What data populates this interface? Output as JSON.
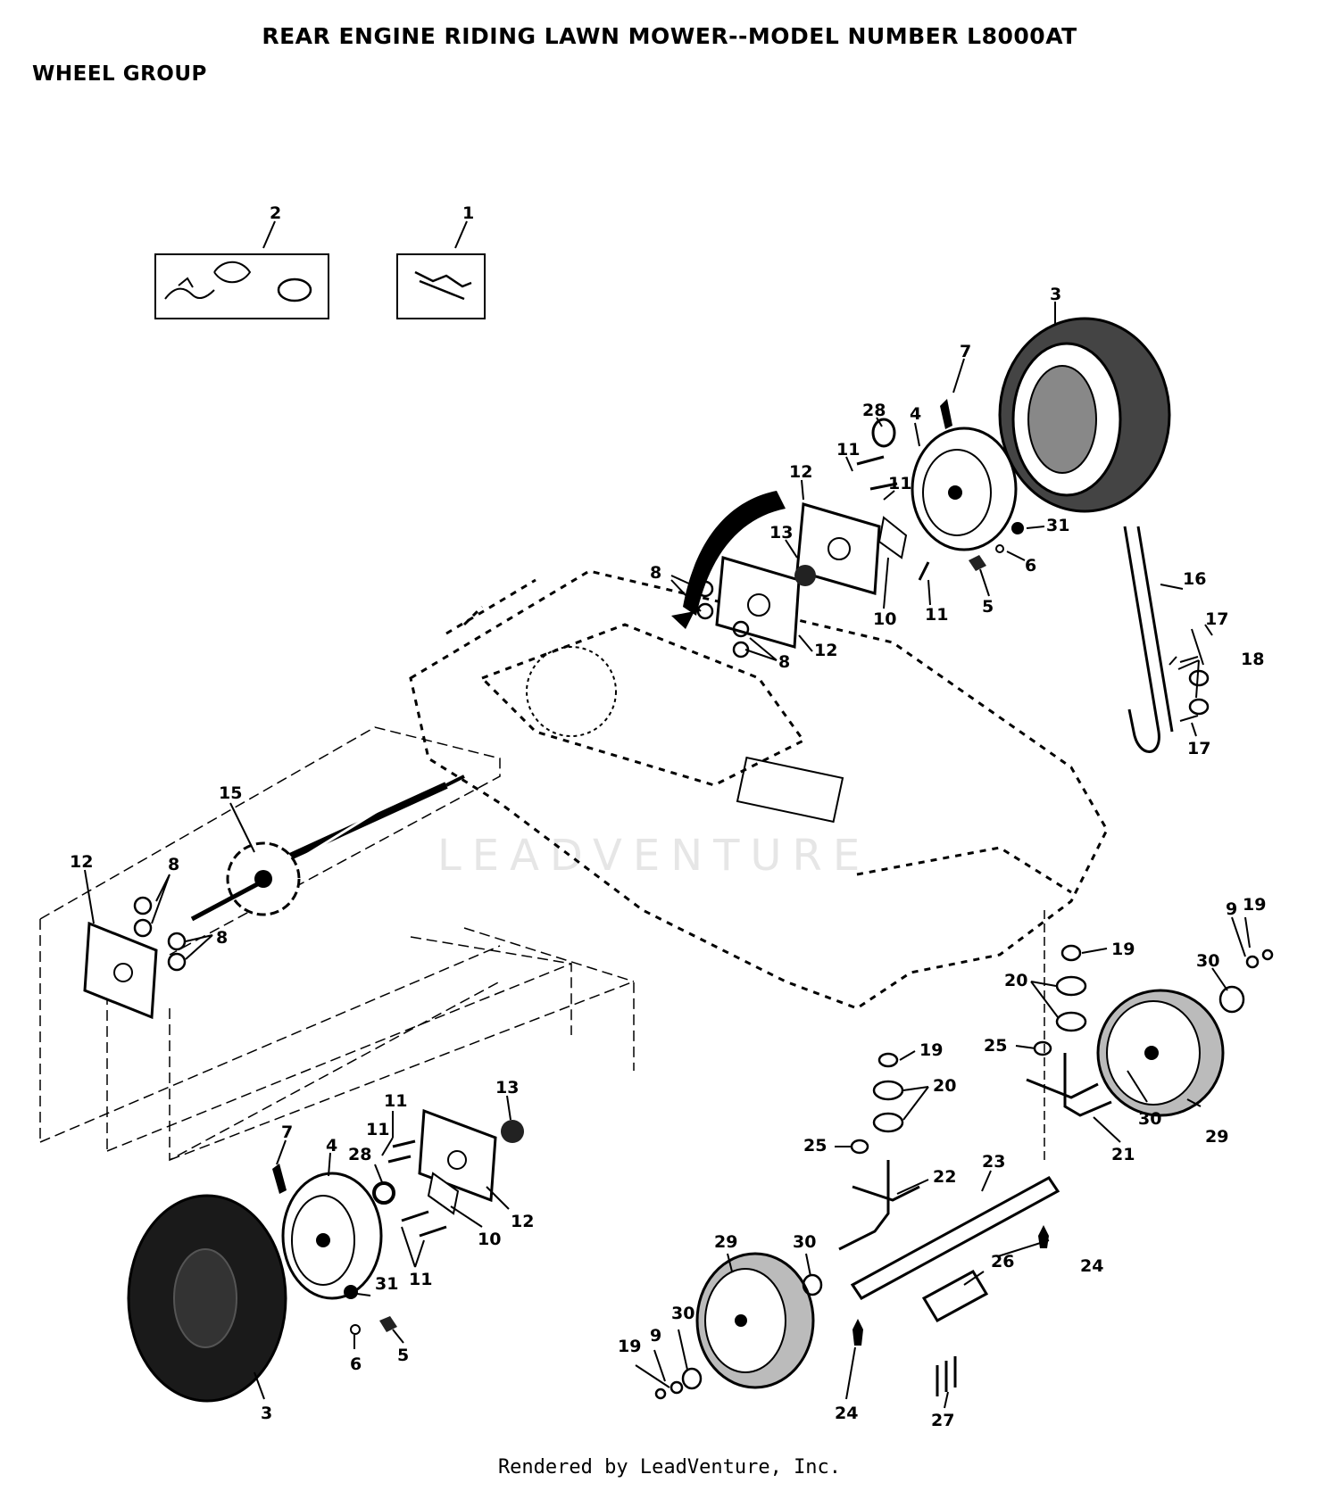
{
  "header": {
    "title": "REAR ENGINE RIDING LAWN MOWER--MODEL NUMBER  L8000AT",
    "section": "WHEEL GROUP"
  },
  "watermark": "LEADVENTURE",
  "footer": "Rendered by LeadVenture, Inc.",
  "callouts": [
    {
      "id": "c1",
      "text": "1"
    },
    {
      "id": "c2",
      "text": "2"
    },
    {
      "id": "c3a",
      "text": "3"
    },
    {
      "id": "c7a",
      "text": "7"
    },
    {
      "id": "c28a",
      "text": "28"
    },
    {
      "id": "c4a",
      "text": "4"
    },
    {
      "id": "c11a",
      "text": "11"
    },
    {
      "id": "c11b",
      "text": "11"
    },
    {
      "id": "c12a",
      "text": "12"
    },
    {
      "id": "c13a",
      "text": "13"
    },
    {
      "id": "c31a",
      "text": "31"
    },
    {
      "id": "c6a",
      "text": "6"
    },
    {
      "id": "c5a",
      "text": "5"
    },
    {
      "id": "c11c",
      "text": "11"
    },
    {
      "id": "c10a",
      "text": "10"
    },
    {
      "id": "c8a",
      "text": "8"
    },
    {
      "id": "c12b",
      "text": "12"
    },
    {
      "id": "c8b",
      "text": "8"
    },
    {
      "id": "c16",
      "text": "16"
    },
    {
      "id": "c17a",
      "text": "17"
    },
    {
      "id": "c18",
      "text": "18"
    },
    {
      "id": "c17b",
      "text": "17"
    },
    {
      "id": "c15",
      "text": "15"
    },
    {
      "id": "c12c",
      "text": "12"
    },
    {
      "id": "c8c",
      "text": "8"
    },
    {
      "id": "c8d",
      "text": "8"
    },
    {
      "id": "c9a",
      "text": "9"
    },
    {
      "id": "c19a",
      "text": "19"
    },
    {
      "id": "c19b",
      "text": "19"
    },
    {
      "id": "c30a",
      "text": "30"
    },
    {
      "id": "c20a",
      "text": "20"
    },
    {
      "id": "c25a",
      "text": "25"
    },
    {
      "id": "c19c",
      "text": "19"
    },
    {
      "id": "c20b",
      "text": "20"
    },
    {
      "id": "c25b",
      "text": "25"
    },
    {
      "id": "c30b",
      "text": "30"
    },
    {
      "id": "c29a",
      "text": "29"
    },
    {
      "id": "c21",
      "text": "21"
    },
    {
      "id": "c22",
      "text": "22"
    },
    {
      "id": "c23",
      "text": "23"
    },
    {
      "id": "c11d",
      "text": "11"
    },
    {
      "id": "c13b",
      "text": "13"
    },
    {
      "id": "c7b",
      "text": "7"
    },
    {
      "id": "c4b",
      "text": "4"
    },
    {
      "id": "c11e",
      "text": "11"
    },
    {
      "id": "c28b",
      "text": "28"
    },
    {
      "id": "c12d",
      "text": "12"
    },
    {
      "id": "c10b",
      "text": "10"
    },
    {
      "id": "c11f",
      "text": "11"
    },
    {
      "id": "c31b",
      "text": "31"
    },
    {
      "id": "c6b",
      "text": "6"
    },
    {
      "id": "c5b",
      "text": "5"
    },
    {
      "id": "c3b",
      "text": "3"
    },
    {
      "id": "c29b",
      "text": "29"
    },
    {
      "id": "c30c",
      "text": "30"
    },
    {
      "id": "c30d",
      "text": "30"
    },
    {
      "id": "c19d",
      "text": "19"
    },
    {
      "id": "c9b",
      "text": "9"
    },
    {
      "id": "c24a",
      "text": "24"
    },
    {
      "id": "c26",
      "text": "26"
    },
    {
      "id": "c24b",
      "text": "24"
    },
    {
      "id": "c27",
      "text": "27"
    }
  ]
}
